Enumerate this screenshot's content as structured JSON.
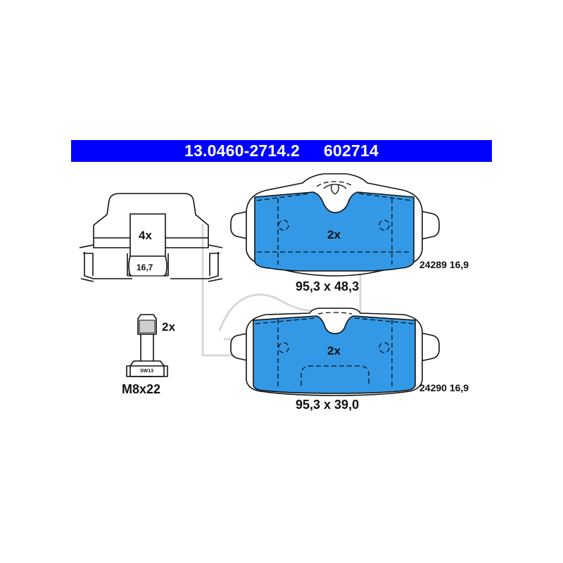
{
  "header": {
    "part_number": "13.0460-2714.2",
    "ref_number": "602714",
    "background_color": "#0000ff",
    "text_color": "#ffffff"
  },
  "clip": {
    "quantity": "4x",
    "dimension": "16,7"
  },
  "bolt": {
    "quantity": "2x",
    "size": "M8x22",
    "wrench_label": "SW13"
  },
  "pad_top": {
    "quantity": "2x",
    "dimensions": "95,3 x 48,3",
    "code": "24289 16,9"
  },
  "pad_bottom": {
    "quantity": "2x",
    "dimensions": "95,3 x 39,0",
    "code": "24290 16,9"
  },
  "colors": {
    "friction_material": "#3399e6",
    "outline": "#111111",
    "watermark": "#d8d8d8"
  }
}
